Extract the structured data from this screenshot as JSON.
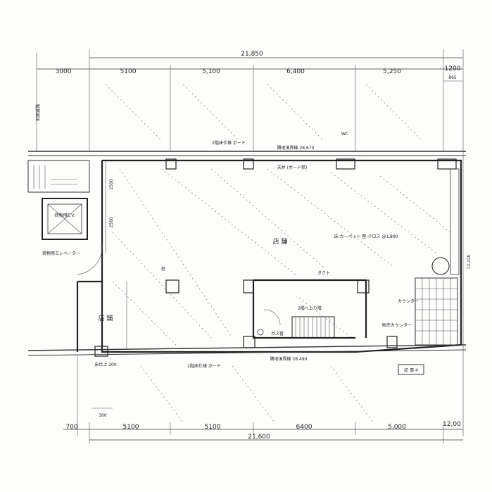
{
  "dimensions": {
    "top_total": "21,850",
    "top_segments": [
      "3000",
      "5100",
      "5,100",
      "6,400",
      "5,250",
      "1200"
    ],
    "top_right_small": "865",
    "bottom_total": "21,600",
    "bottom_segments": [
      "700",
      "5100",
      "5100",
      "6400",
      "5,000",
      "12,00"
    ],
    "bottom_small": "300",
    "right_vertical": "12,220",
    "left_vertical_a": "2500",
    "left_vertical_b": "2560"
  },
  "labels": {
    "store": "店 舗",
    "store2": "店 舗",
    "ev": "荷物用E.V.",
    "stair_up": "2階へ上り階",
    "boundary_top": "隣地境界線 26,670",
    "boundary_bottom": "隣地境界線 28,490",
    "north_side": "前面道路",
    "legend": "記 事 4",
    "carpet": "床:カーペット 壁:クロス @1,800",
    "ceiling": "天井 (ボード張)",
    "upper_floor_top": "2階床仕様 ボード",
    "upper_floor_bottom": "2階床仕様 ボード",
    "gas": "ガス管",
    "column_note": "柱",
    "note_left": "荷物用エレベーター",
    "note_right_a": "カウンター",
    "note_right_b": "販売カウンター",
    "note_mid": "ダクト",
    "small_a": "WC",
    "small_b": "床仕上 200"
  },
  "colors": {
    "ink": "#222222",
    "paper": "#fdfdfc"
  }
}
